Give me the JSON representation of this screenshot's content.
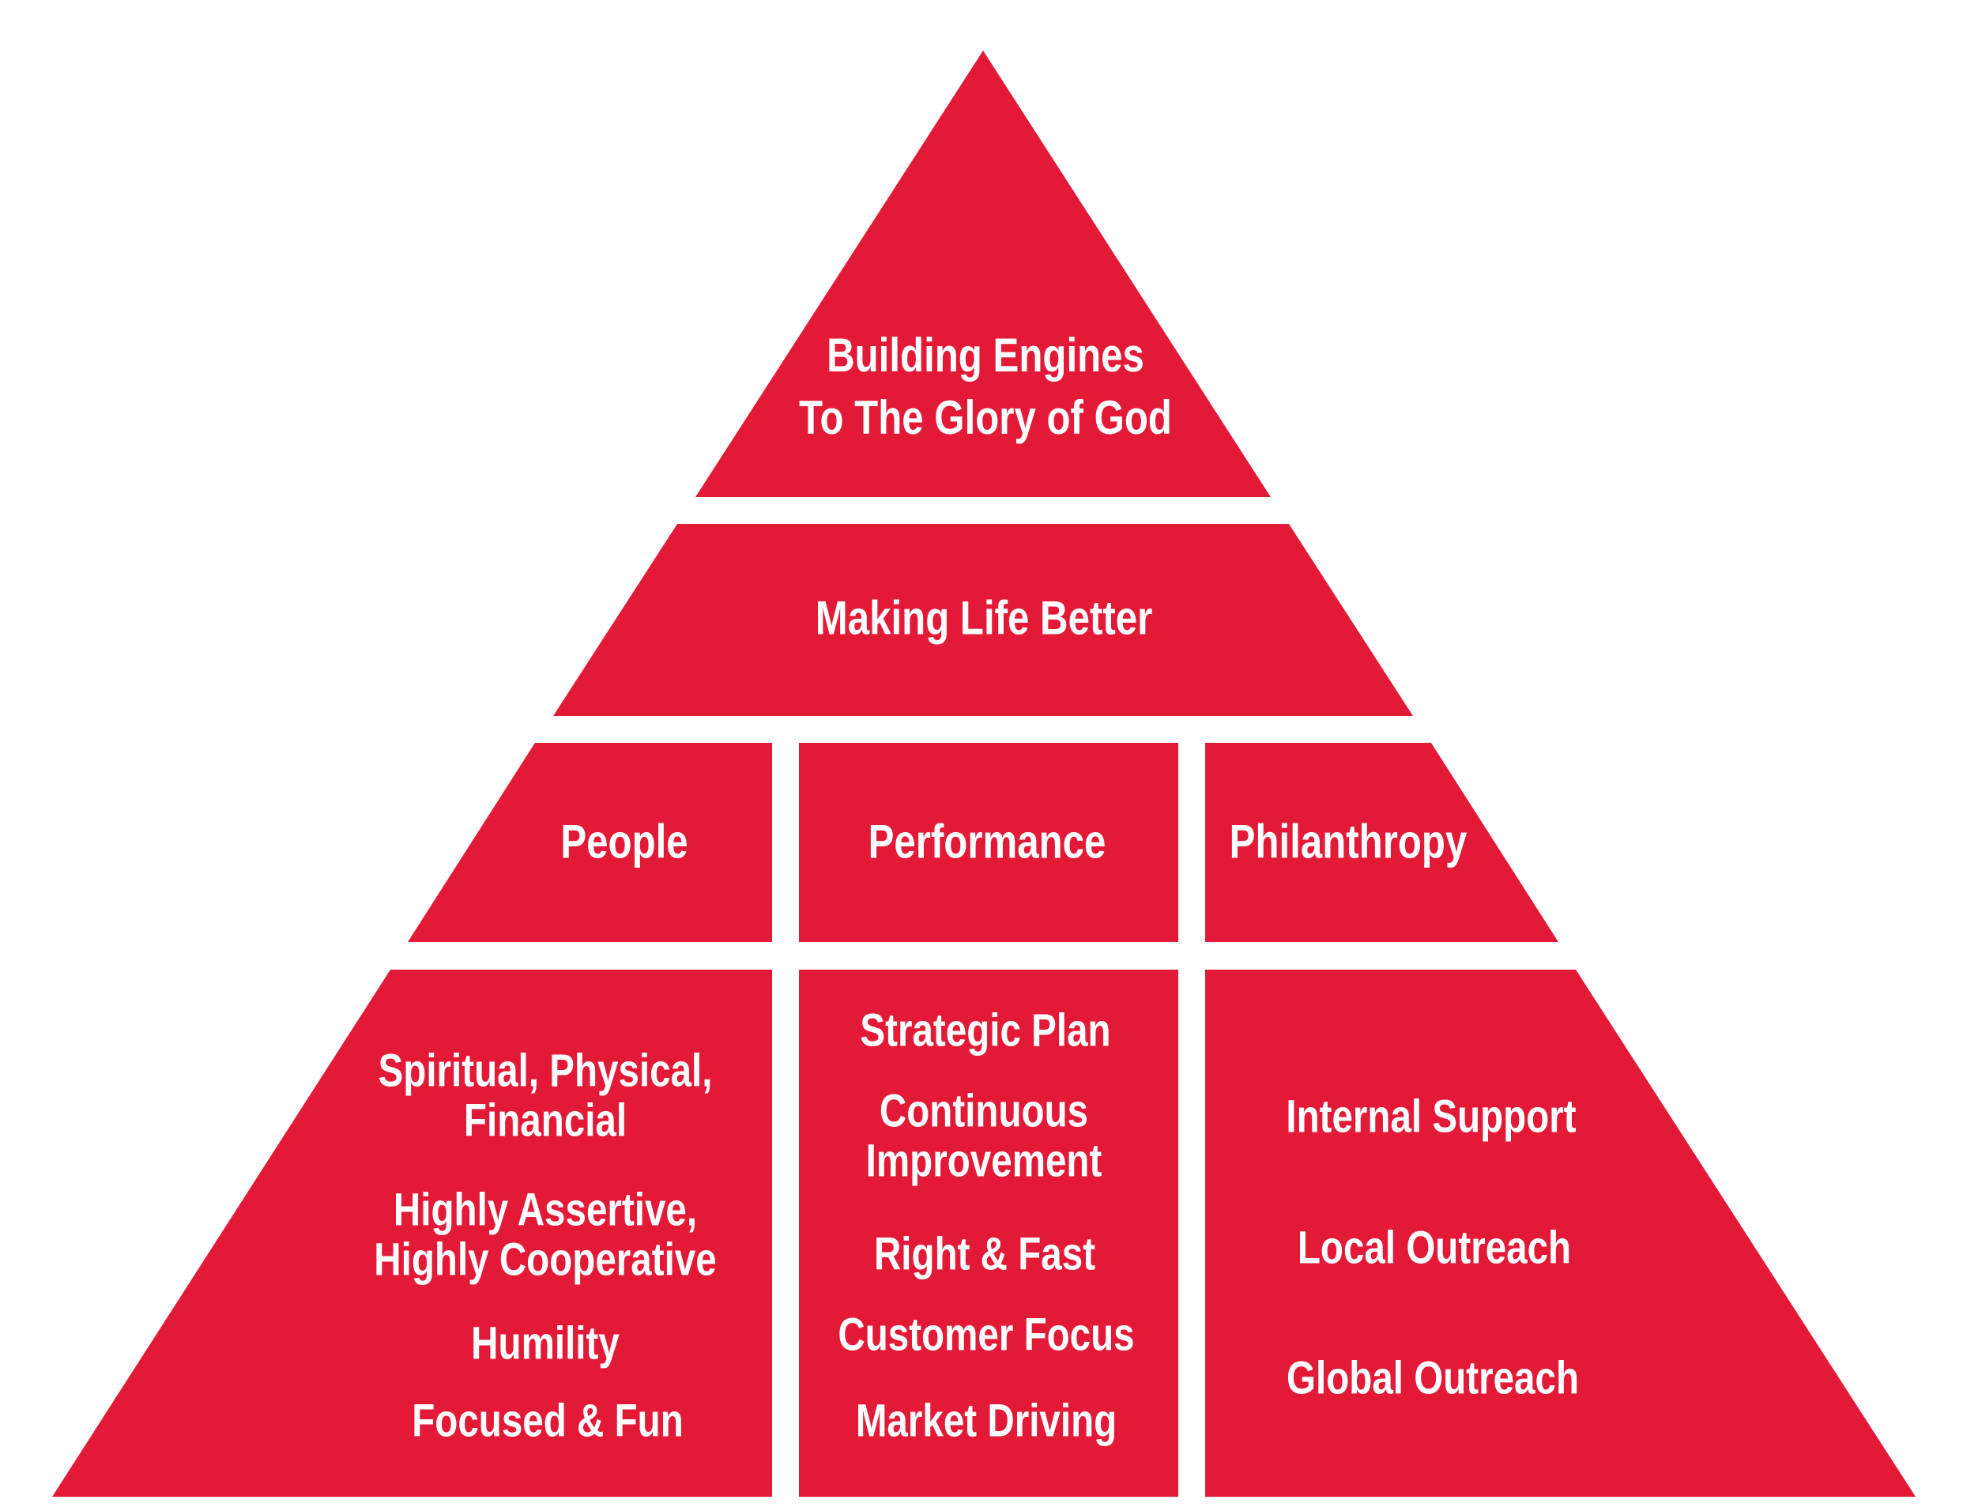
{
  "colors": {
    "block_fill": "#e31a37",
    "text": "#ffffff",
    "background": "#ffffff"
  },
  "pyramid": {
    "apex": {
      "line1": "Building Engines",
      "line2": "To The Glory of God"
    },
    "purpose": {
      "label": "Making Life Better"
    },
    "pillars": {
      "people": "People",
      "performance": "Performance",
      "philanthropy": "Philanthropy"
    },
    "values": {
      "people": [
        [
          "Spiritual, Physical,",
          "Financial"
        ],
        [
          "Highly Assertive,",
          "Highly Cooperative"
        ],
        [
          "Humility"
        ],
        [
          "Focused & Fun"
        ]
      ],
      "performance": [
        [
          "Strategic Plan"
        ],
        [
          "Continuous",
          "Improvement"
        ],
        [
          "Right & Fast"
        ],
        [
          "Customer Focus"
        ],
        [
          "Market Driving"
        ]
      ],
      "philanthropy": [
        [
          "Internal Support"
        ],
        [
          "Local Outreach"
        ],
        [
          "Global Outreach"
        ]
      ]
    }
  }
}
